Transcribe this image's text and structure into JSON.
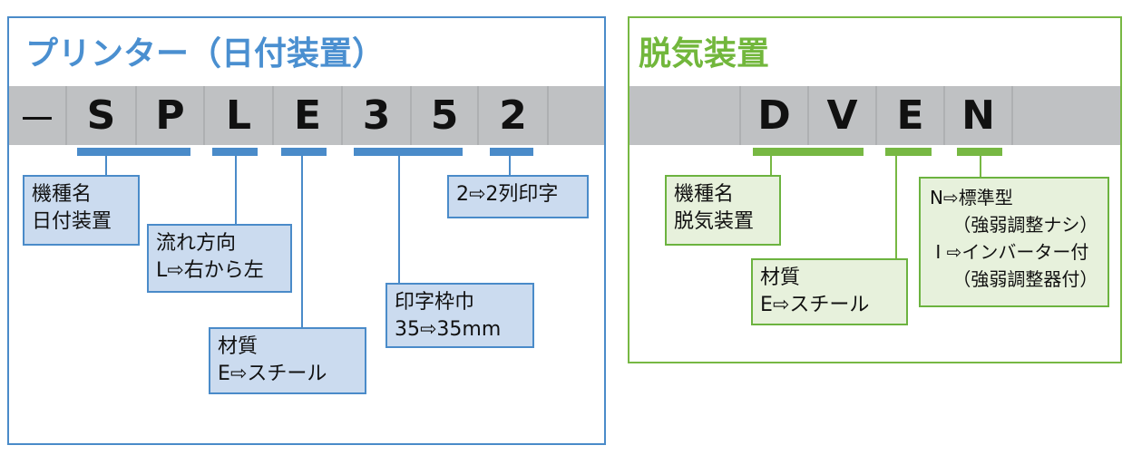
{
  "printer": {
    "title": "プリンター（日付装置）",
    "code": [
      "－",
      "S",
      "P",
      "L",
      "E",
      "3",
      "5",
      "2",
      ""
    ],
    "boxes": [
      "機種名\n日付装置",
      "流れ方向\nL⇨右から左",
      "材質\nE⇨スチール",
      "印字枠巾\n35⇨35mm",
      "2⇨2列印字"
    ]
  },
  "degas": {
    "title": "脱気装置",
    "code": [
      "",
      "D",
      "V",
      "E",
      "N",
      ""
    ],
    "boxes": [
      "機種名\n脱気装置",
      "材質\nE⇨スチール",
      "N⇨標準型\n    （強弱調整ナシ）\n I ⇨インバーター付\n    （強弱調整器付）"
    ]
  },
  "colors": {
    "blue": "#4a8bc9",
    "green": "#6cb33f"
  }
}
